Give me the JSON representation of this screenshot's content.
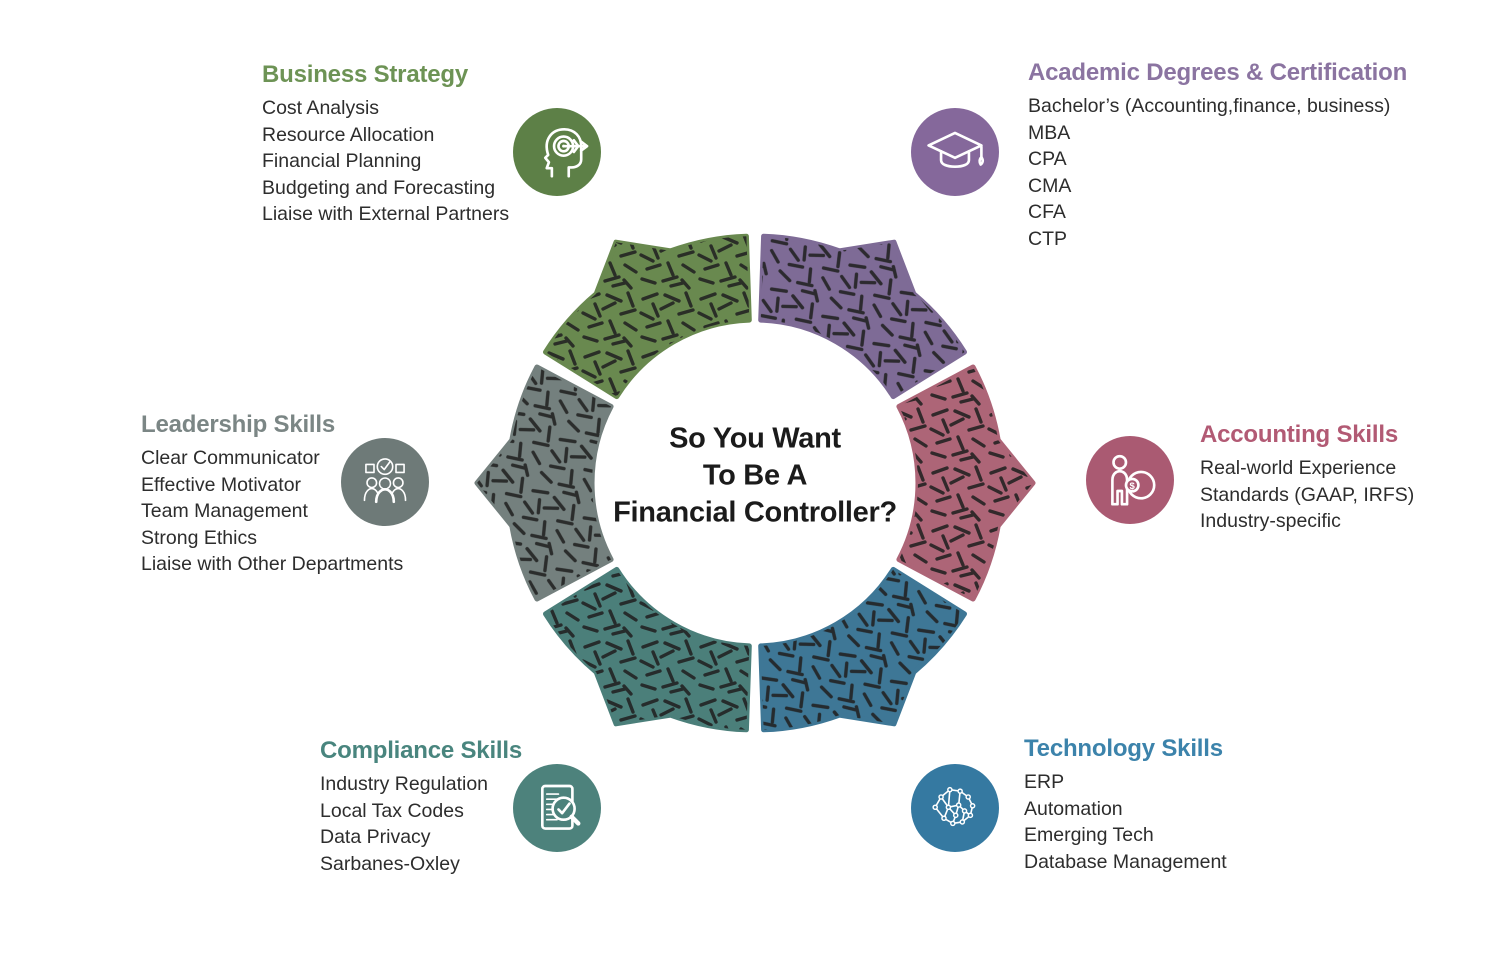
{
  "center_title": {
    "lines": [
      "So You Want",
      "To Be A",
      "Financial Controller?"
    ],
    "text_color": "#1b1b1b"
  },
  "ring": {
    "texture": "black-dash-confetti",
    "dash_color": "#212121"
  },
  "sections": [
    {
      "name": "Business Strategy",
      "icon": "head-target-icon",
      "title_color": "#6d9355",
      "circle_color": "#5d8047",
      "segment_color": "#69894f",
      "segment_angle_deg": -120,
      "items": [
        "Cost Analysis",
        "Resource Allocation",
        "Financial Planning",
        "Budgeting and Forecasting",
        "Liaise with External Partners"
      ]
    },
    {
      "name": "Academic Degrees & Certification",
      "icon": "graduation-cap-icon",
      "title_color": "#8b74a1",
      "circle_color": "#85689b",
      "segment_color": "#7e6b96",
      "segment_angle_deg": -60,
      "items": [
        "Bachelor’s (Accounting,finance, business)",
        "MBA",
        "CPA",
        "CMA",
        "CFA",
        "CTP"
      ]
    },
    {
      "name": "Accounting Skills",
      "icon": "person-dollar-icon",
      "title_color": "#b25a74",
      "circle_color": "#aa5a72",
      "segment_color": "#ad6577",
      "segment_angle_deg": 0,
      "items": [
        "Real-world Experience",
        "Standards (GAAP, IRFS)",
        "Industry-specific"
      ]
    },
    {
      "name": "Technology Skills",
      "icon": "brain-network-icon",
      "title_color": "#3c83ab",
      "circle_color": "#3579a1",
      "segment_color": "#3e7796",
      "segment_angle_deg": 60,
      "items": [
        "ERP",
        "Automation",
        "Emerging Tech",
        "Database Management"
      ]
    },
    {
      "name": "Compliance Skills",
      "icon": "document-magnifier-icon",
      "title_color": "#49857e",
      "circle_color": "#4d827c",
      "segment_color": "#4b7f7a",
      "segment_angle_deg": 120,
      "items": [
        "Industry Regulation",
        "Local Tax Codes",
        "Data Privacy",
        "Sarbanes-Oxley"
      ]
    },
    {
      "name": "Leadership Skills",
      "icon": "team-check-icon",
      "title_color": "#7b8685",
      "circle_color": "#6e7a78",
      "segment_color": "#74807e",
      "segment_angle_deg": 180,
      "items": [
        "Clear Communicator",
        "Effective Motivator",
        "Team Management",
        "Strong Ethics",
        "Liaise with Other Departments"
      ]
    }
  ]
}
